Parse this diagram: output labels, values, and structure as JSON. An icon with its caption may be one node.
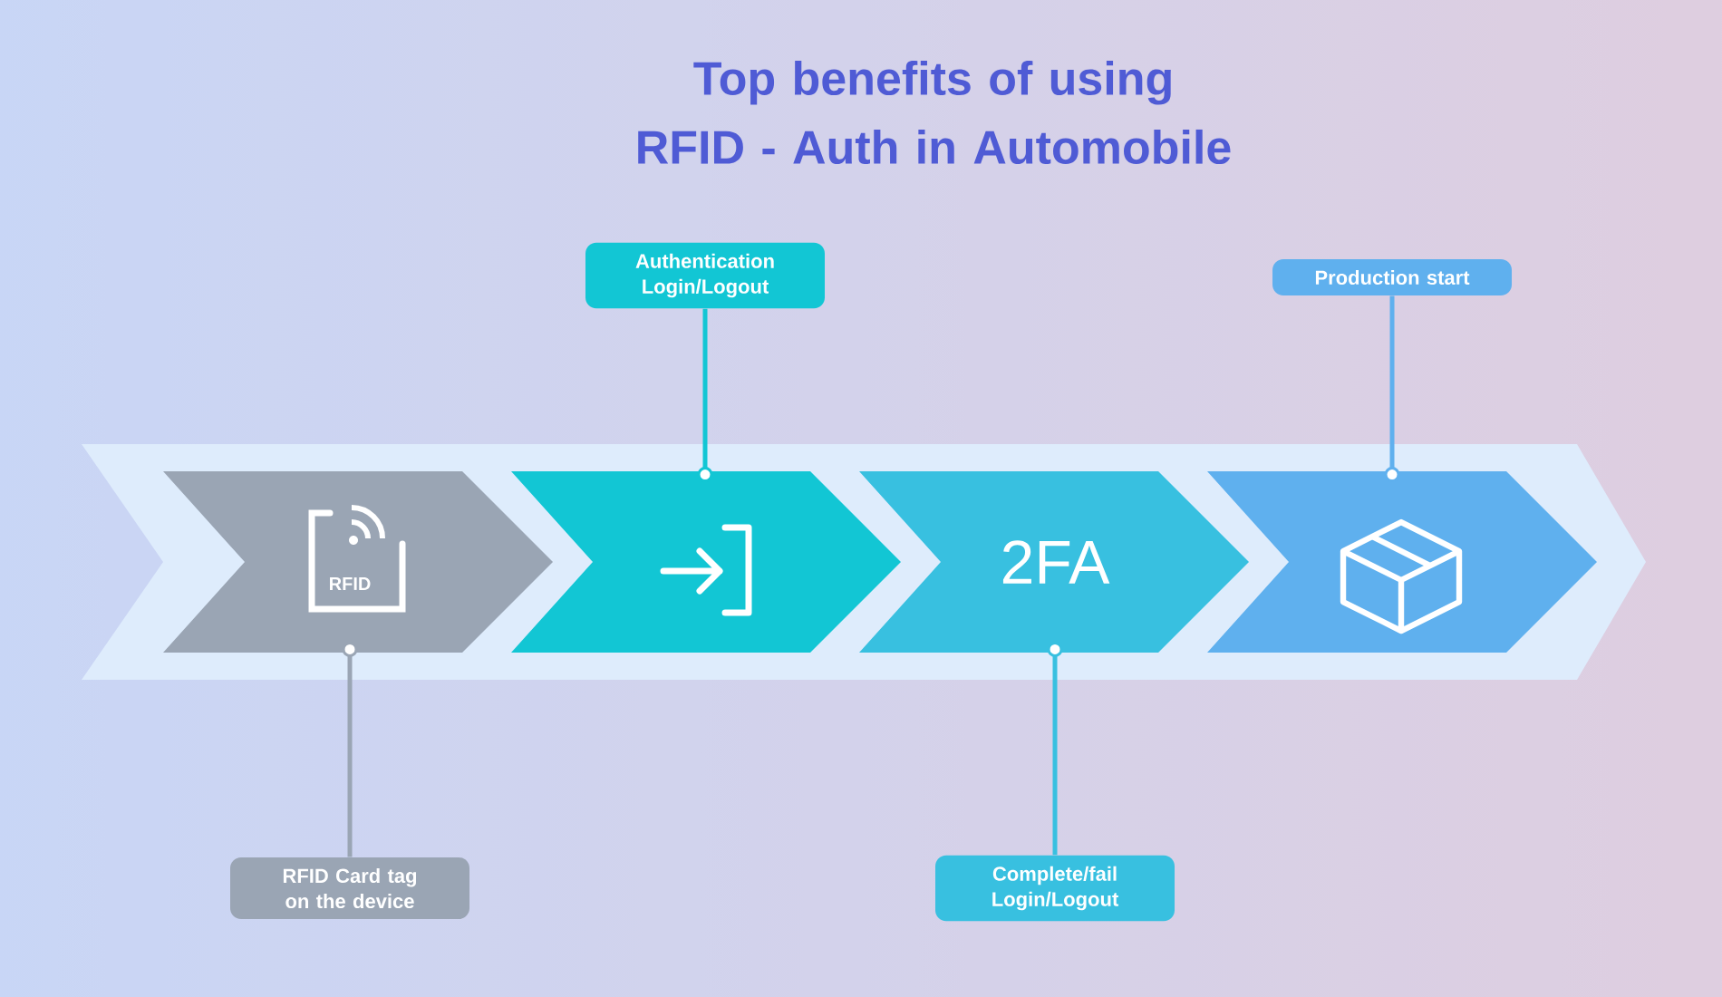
{
  "diagram": {
    "title": "Top benefits of using RFID - Auth in Automobile",
    "nodes": [
      {
        "text": [
          "RFID"
        ]
      },
      {
        "text": [],
        "shape": "chevron"
      },
      {
        "text": [
          "2FA"
        ]
      },
      {
        "text": [],
        "shape": "chevron"
      },
      {
        "text": [
          "Authentication Login/Logout"
        ]
      },
      {
        "text": [
          "Production start"
        ]
      },
      {
        "text": [
          "RFID Card tag on the device"
        ]
      },
      {
        "text": [
          "Complete/fail Login/Logout"
        ]
      }
    ],
    "edges": [
      {
        "from": 4,
        "to": 1,
        "arrow": "other",
        "color": "#12c6d4"
      },
      {
        "from": 5,
        "to": 3,
        "arrow": "other",
        "color": "#5fb0ee"
      },
      {
        "from": 6,
        "to": 0,
        "arrow": "other",
        "color": "#9aa5b4"
      },
      {
        "from": 7,
        "to": 2,
        "arrow": "other",
        "color": "#38c0e0"
      }
    ]
  }
}
